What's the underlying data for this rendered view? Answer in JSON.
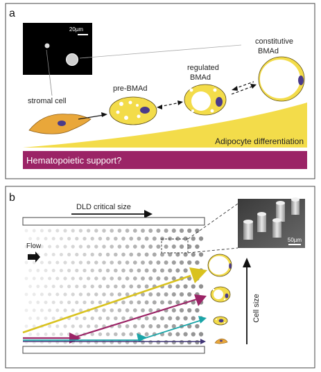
{
  "panel_a": {
    "letter": "a",
    "scale_label": "20µm",
    "stromal_label": "stromal cell",
    "pre_label": "pre-BMAd",
    "regulated_label_1": "regulated",
    "regulated_label_2": "BMAd",
    "constitutive_label_1": "constitutive",
    "constitutive_label_2": "BMAd",
    "differentiation_label": "Adipocyte differentiation",
    "support_label": "Hematopoietic support?"
  },
  "panel_b": {
    "letter": "b",
    "dld_label": "DLD critical size",
    "flow_label": "Flow",
    "scale_label": "50µm",
    "cell_size_label": "Cell size"
  },
  "colors": {
    "adipocyte_yellow": "#f3dc4a",
    "stromal_orange": "#e9a73a",
    "nucleus_purple": "#4a3b8a",
    "support_magenta": "#9b2466",
    "path_yellow": "#d9c21e",
    "path_magenta": "#9b2466",
    "path_teal": "#1aa5a8",
    "path_navy": "#3f3476"
  }
}
